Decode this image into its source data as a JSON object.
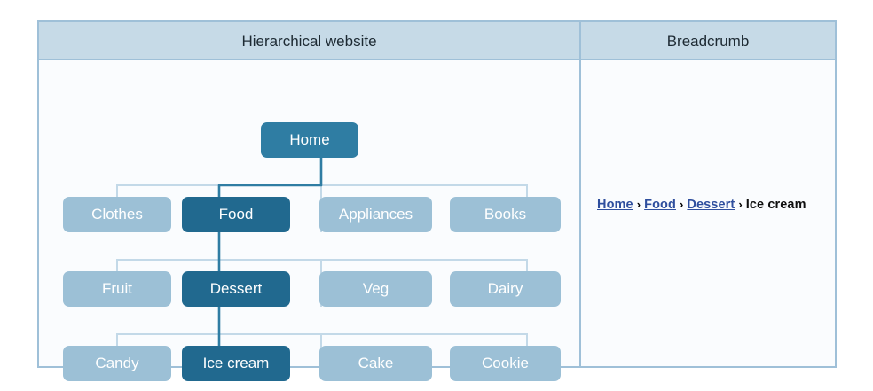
{
  "panels": {
    "tree": {
      "title": "Hierarchical website"
    },
    "breadcrumb": {
      "title": "Breadcrumb"
    }
  },
  "colors": {
    "panel_border": "#9fc0d8",
    "panel_header_bg": "#c6dae7",
    "panel_body_bg": "#fafcfe",
    "node_bg": "#9cc0d6",
    "node_active_bg": "#21698f",
    "node_root_bg": "#2f7da3",
    "node_text": "#ffffff",
    "connector_light": "#bed6e6",
    "connector_active": "#2f7da3",
    "link_text": "#2f4f9e",
    "current_text": "#0f0f0f"
  },
  "tree": {
    "levels": [
      {
        "name": "level-0",
        "nodes": [
          {
            "label": "Home",
            "active": true,
            "root": true,
            "column": 1
          }
        ]
      },
      {
        "name": "level-1",
        "nodes": [
          {
            "label": "Clothes",
            "active": false,
            "column": 0
          },
          {
            "label": "Food",
            "active": true,
            "column": 1
          },
          {
            "label": "Appliances",
            "active": false,
            "column": 2
          },
          {
            "label": "Books",
            "active": false,
            "column": 3
          }
        ]
      },
      {
        "name": "level-2",
        "nodes": [
          {
            "label": "Fruit",
            "active": false,
            "column": 0
          },
          {
            "label": "Dessert",
            "active": true,
            "column": 1
          },
          {
            "label": "Veg",
            "active": false,
            "column": 2
          },
          {
            "label": "Dairy",
            "active": false,
            "column": 3
          }
        ]
      },
      {
        "name": "level-3",
        "nodes": [
          {
            "label": "Candy",
            "active": false,
            "column": 0
          },
          {
            "label": "Ice cream",
            "active": true,
            "column": 1
          },
          {
            "label": "Cake",
            "active": false,
            "column": 2
          },
          {
            "label": "Cookie",
            "active": false,
            "column": 3
          }
        ]
      }
    ],
    "labels": {
      "home": "Home",
      "clothes": "Clothes",
      "food": "Food",
      "appliances": "Appliances",
      "books": "Books",
      "fruit": "Fruit",
      "dessert": "Dessert",
      "veg": "Veg",
      "dairy": "Dairy",
      "candy": "Candy",
      "ice_cream": "Ice cream",
      "cake": "Cake",
      "cookie": "Cookie"
    }
  },
  "breadcrumb": {
    "separator": "›",
    "items": [
      {
        "label": "Home",
        "is_link": true
      },
      {
        "label": "Food",
        "is_link": true
      },
      {
        "label": "Dessert",
        "is_link": true
      },
      {
        "label": "Ice cream",
        "is_link": false
      }
    ]
  }
}
